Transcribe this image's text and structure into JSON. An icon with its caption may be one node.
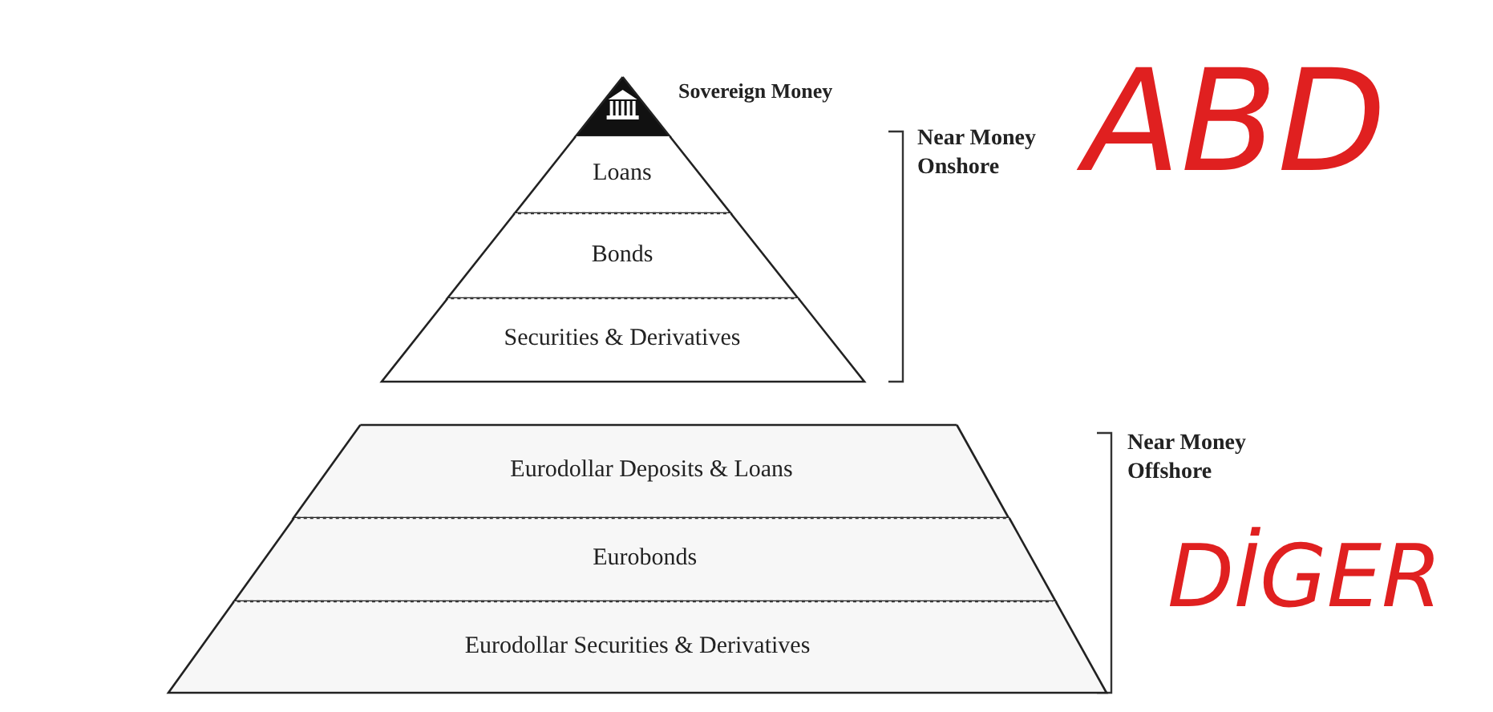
{
  "diagram": {
    "nodes": [
      {
        "text": [
          "Sovereign Money"
        ]
      },
      {
        "text": [
          "Loans"
        ]
      },
      {
        "text": [
          "Bonds"
        ]
      },
      {
        "text": [
          "Securities & Derivatives"
        ]
      },
      {
        "text": [
          "Eurodollar Deposits & Loans"
        ]
      },
      {
        "text": [
          "Eurobonds"
        ]
      },
      {
        "text": [
          "Eurodollar Securities & Derivatives"
        ]
      }
    ],
    "edges": [],
    "labels": [
      "Near Money Onshore",
      "ABD",
      "Near Money Offshore",
      "DİGER"
    ]
  }
}
